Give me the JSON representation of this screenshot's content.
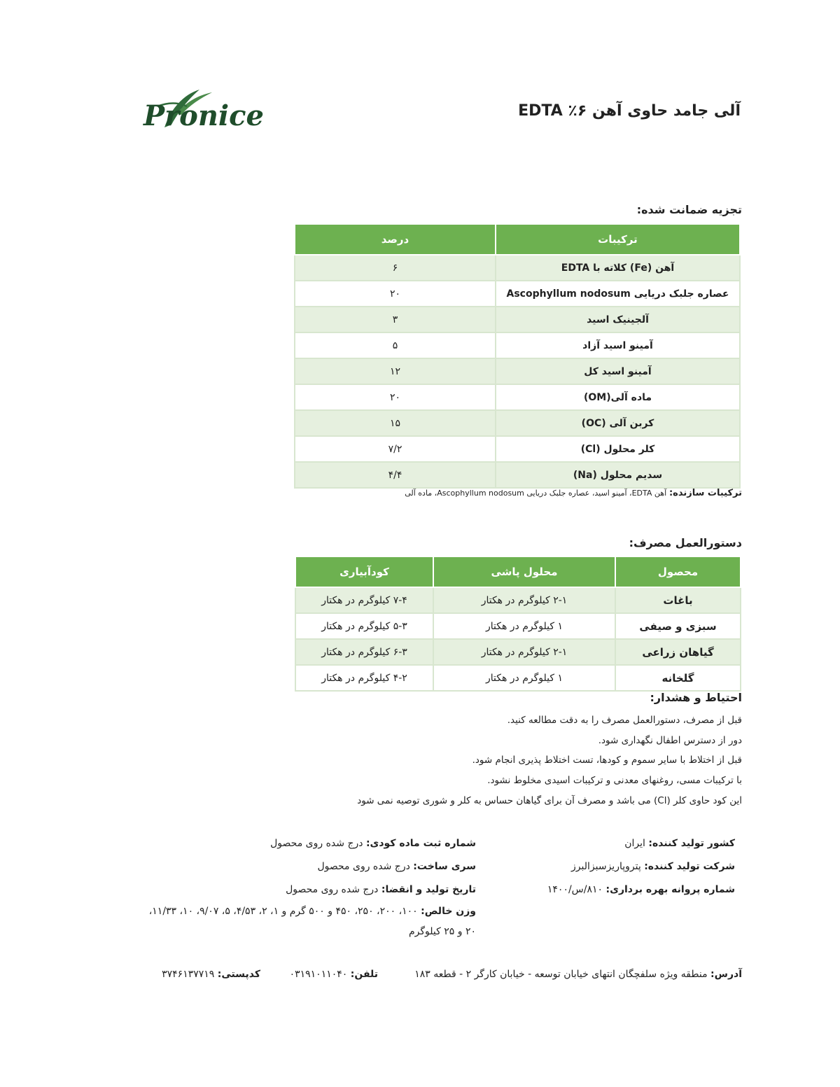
{
  "header": {
    "logo_text": "Pronice",
    "title": "آلی جامد حاوی آهن EDTA ٪۶"
  },
  "analysis": {
    "title": "تجزیه ضمانت شده:",
    "headers": [
      "ترکیبات",
      "درصد"
    ],
    "rows": [
      {
        "name": "آهن (Fe) کلاته با EDTA",
        "value": "۶"
      },
      {
        "name": "عصاره جلبک دریایی Ascophyllum nodosum",
        "value": "۲۰"
      },
      {
        "name": "آلجینیک اسید",
        "value": "۳"
      },
      {
        "name": "آمینو اسید آزاد",
        "value": "۵"
      },
      {
        "name": "آمینو اسید کل",
        "value": "۱۲"
      },
      {
        "name": "ماده آلی(OM)",
        "value": "۲۰"
      },
      {
        "name": "کربن آلی (OC)",
        "value": "۱۵"
      },
      {
        "name": "کلر محلول (Cl)",
        "value": "۷/۲"
      },
      {
        "name": "سدیم محلول (Na)",
        "value": "۴/۴"
      }
    ],
    "ingredients_label": "ترکیبات سازنده:",
    "ingredients_text": "آهن EDTA، آمینو اسید، عصاره جلبک دریایی Ascophyllum nodosum، ماده آلی"
  },
  "usage": {
    "title": "دستورالعمل مصرف:",
    "headers": [
      "محصول",
      "محلول پاشی",
      "کودآبیاری"
    ],
    "rows": [
      {
        "crop": "باغات",
        "spray": "۲-۱ کیلوگرم در هکتار",
        "fert": "۷-۴ کیلوگرم در هکتار"
      },
      {
        "crop": "سبزی و صیفی",
        "spray": "۱ کیلوگرم در هکتار",
        "fert": "۵-۳ کیلوگرم در هکتار"
      },
      {
        "crop": "گیاهان زراعی",
        "spray": "۲-۱ کیلوگرم در هکتار",
        "fert": "۶-۳ کیلوگرم در هکتار"
      },
      {
        "crop": "گلخانه",
        "spray": "۱ کیلوگرم در هکتار",
        "fert": "۴-۲ کیلوگرم در هکتار"
      }
    ]
  },
  "warnings": {
    "title": "احتیاط و هشدار:",
    "lines": [
      "قبل از مصرف، دستورالعمل مصرف را به دقت مطالعه کنید.",
      "دور از دسترس اطفال نگهداری شود.",
      "قبل از اختلاط با سایر سموم و کودها، تست اختلاط پذیری انجام شود.",
      "با ترکیبات مسی، روغنهای معدنی و ترکیبات اسیدی مخلوط نشود.",
      "این کود حاوی کلر (Cl) می باشد و مصرف آن برای گیاهان حساس به کلر و شوری توصیه نمی شود"
    ]
  },
  "info": {
    "country_label": "کشور تولید کننده:",
    "country_value": "ایران",
    "company_label": "شرکت تولید کننده:",
    "company_value": "پتروپاریزسبزالبرز",
    "license_label": "شماره پروانه بهره برداری:",
    "license_value": "۸۱۰/س/۱۴۰۰",
    "reg_label": "شماره ثبت ماده کودی:",
    "reg_value": "درج شده روی محصول",
    "batch_label": "سری ساخت:",
    "batch_value": "درج شده روی محصول",
    "date_label": "تاریخ تولید و انقضا:",
    "date_value": "درج شده روی محصول",
    "weight_label": "وزن خالص:",
    "weight_value_1": "۱۰۰، ۲۰۰، ۲۵۰، ۴۵۰ و ۵۰۰ گرم و ۱، ۲، ۴/۵۳، ۵، ۹/۰۷، ۱۰، ۱۱/۳۳،",
    "weight_value_2": "۲۰ و ۲۵ کیلوگرم"
  },
  "footer": {
    "address_label": "آدرس:",
    "address_value": "منطقه ویژه سلفچگان انتهای خیابان توسعه - خیابان کارگر ۲ - قطعه ۱۸۳",
    "phone_label": "تلفن:",
    "phone_value": "۰۳۱۹۱۰۱۱۰۴۰",
    "postal_label": "کدپستی:",
    "postal_value": "۳۷۴۶۱۳۷۷۱۹"
  }
}
